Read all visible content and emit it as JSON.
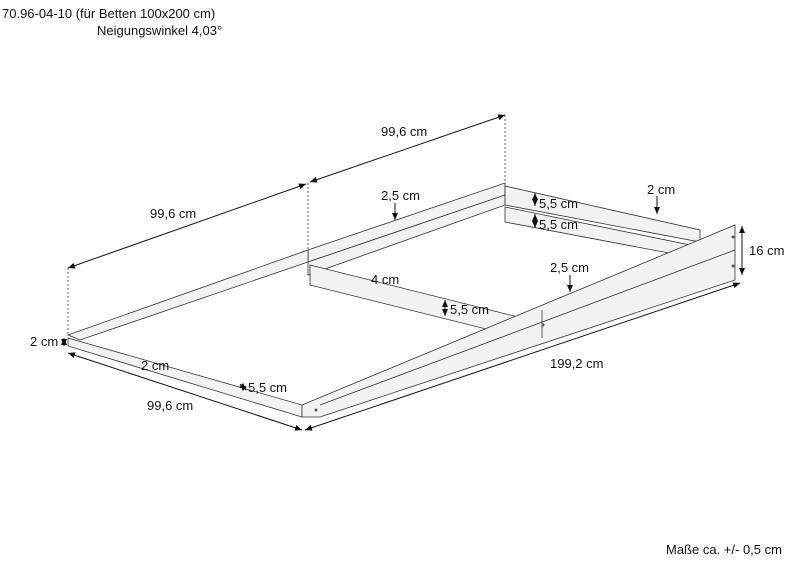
{
  "header": {
    "title": "70.96-04-10 (für Betten 100x200 cm)",
    "subtitle": "Neigungswinkel 4,03°"
  },
  "dimensions": {
    "back_width": "99,6 cm",
    "left_depth": "99,6 cm",
    "front_width": "99,6 cm",
    "side_length": "199,2 cm",
    "height_right": "16 cm",
    "height_left": "2 cm",
    "top_board_thickness_left": "2,5 cm",
    "back_rail_thickness": "2 cm",
    "back_rail_height_1": "5,5 cm",
    "back_rail_height_2": "5,5 cm",
    "side_board_thickness_right": "2,5 cm",
    "middle_rail_thickness": "4 cm",
    "middle_rail_height": "5,5 cm",
    "front_rail_thickness": "2 cm",
    "front_rail_height": "5,5 cm"
  },
  "footer": {
    "tolerance": "Maße ca. +/- 0,5 cm"
  }
}
